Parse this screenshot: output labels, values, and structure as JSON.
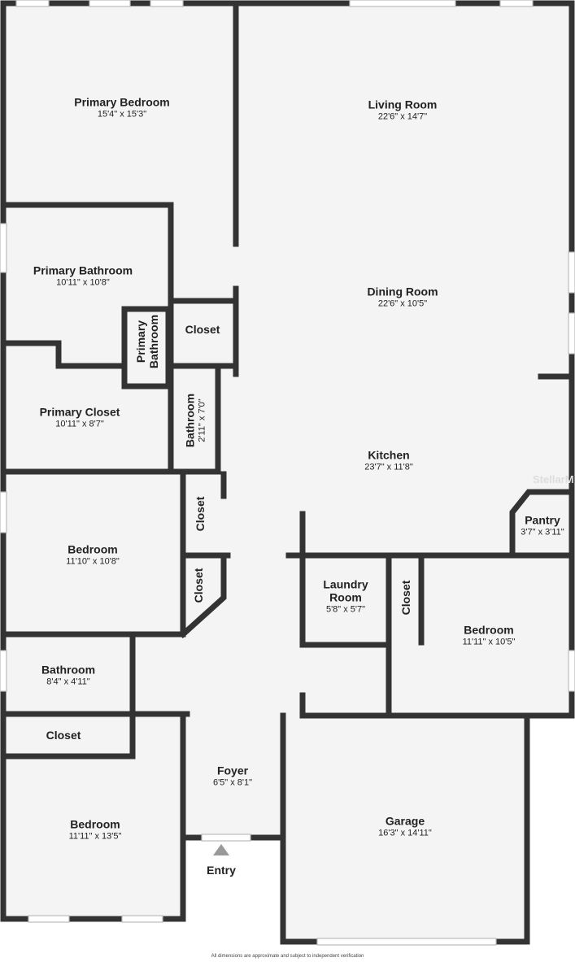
{
  "rooms": {
    "primary_bedroom": {
      "name": "Primary Bedroom",
      "dim": "15'4\" x 15'3\""
    },
    "living_room": {
      "name": "Living Room",
      "dim": "22'6\" x 14'7\""
    },
    "primary_bathroom": {
      "name": "Primary Bathroom",
      "dim": "10'11\" x 10'8\""
    },
    "primary_bathroom_wc": {
      "name": "Primary Bathroom"
    },
    "closet_hall": {
      "name": "Closet"
    },
    "dining_room": {
      "name": "Dining Room",
      "dim": "22'6\" x 10'5\""
    },
    "primary_closet": {
      "name": "Primary Closet",
      "dim": "10'11\" x 8'7\""
    },
    "bathroom_small": {
      "name": "Bathroom",
      "dim": "2'11\" x 7'0\""
    },
    "kitchen": {
      "name": "Kitchen",
      "dim": "23'7\" x 11'8\""
    },
    "pantry": {
      "name": "Pantry",
      "dim": "3'7\" x 3'11\""
    },
    "bedroom_left": {
      "name": "Bedroom",
      "dim": "11'10\" x 10'8\""
    },
    "closet_a": {
      "name": "Closet"
    },
    "closet_b": {
      "name": "Closet"
    },
    "laundry": {
      "name": "Laundry Room",
      "dim": "5'8\" x 5'7\""
    },
    "closet_laundry": {
      "name": "Closet"
    },
    "bedroom_right": {
      "name": "Bedroom",
      "dim": "11'11\" x 10'5\""
    },
    "bathroom": {
      "name": "Bathroom",
      "dim": "8'4\" x 4'11\""
    },
    "closet_bottom": {
      "name": "Closet"
    },
    "foyer": {
      "name": "Foyer",
      "dim": "6'5\" x 8'1\""
    },
    "garage": {
      "name": "Garage",
      "dim": "16'3\" x 14'11\""
    },
    "bedroom_bottom": {
      "name": "Bedroom",
      "dim": "11'11\" x 13'5\""
    }
  },
  "entry_label": "Entry",
  "disclaimer": "All dimensions are approximate and subject to independent verification",
  "watermark": "StellarMLS",
  "colors": {
    "wall": "#333333",
    "floor": "#f4f4f4"
  }
}
